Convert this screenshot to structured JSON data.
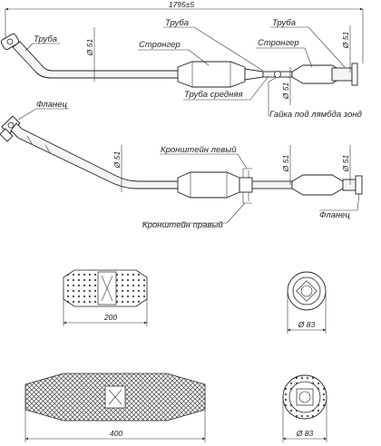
{
  "top_assembly": {
    "overall_length": "1795±5",
    "labels": {
      "pipe_left": "Труба",
      "pipe_top": "Труба",
      "pipe_right": "Труба",
      "stronger_left": "Стронгер",
      "stronger_right": "Стронгер",
      "pipe_middle": "Труба средняя",
      "lambda_nut": "Гайка под лямбда зонд"
    },
    "diameters": {
      "left": "Ø 51",
      "middle": "Ø 51",
      "right": "Ø 51"
    }
  },
  "middle_assembly": {
    "labels": {
      "flange_left": "Фланец",
      "bracket_left": "Кронштейн левый",
      "bracket_right": "Кронштейн правый",
      "flange_right": "Фланец"
    },
    "diameters": {
      "middle": "Ø 51",
      "right": "Ø 51"
    }
  },
  "stronger_small": {
    "length": "200",
    "diameter": "Ø 83"
  },
  "stronger_large": {
    "length": "400",
    "diameter": "Ø 83"
  }
}
